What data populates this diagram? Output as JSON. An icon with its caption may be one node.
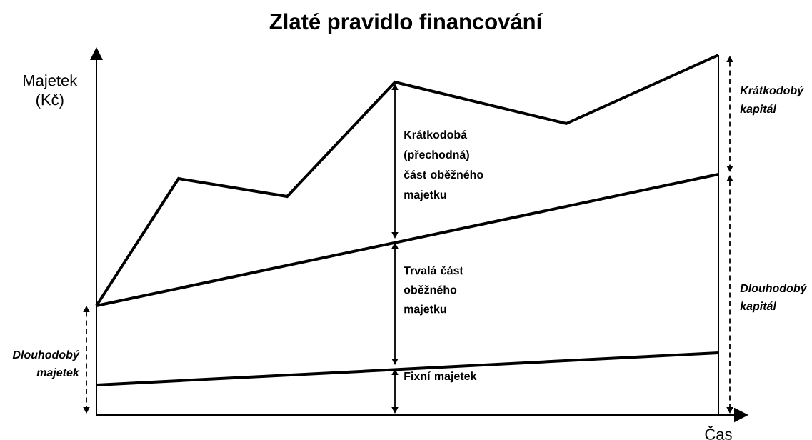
{
  "diagram": {
    "title": "Zlaté pravidlo financování",
    "labels": [
      "Majetek (Kč)",
      "Krátkodobý kapitál",
      "Krátkodobá (přechodná) část oběžného majetku",
      "Trvalá část oběžného majetku",
      "Dlouhodobý kapitál",
      "Dlouhodobý majetek",
      "Fixní majetek",
      "Čas"
    ]
  }
}
